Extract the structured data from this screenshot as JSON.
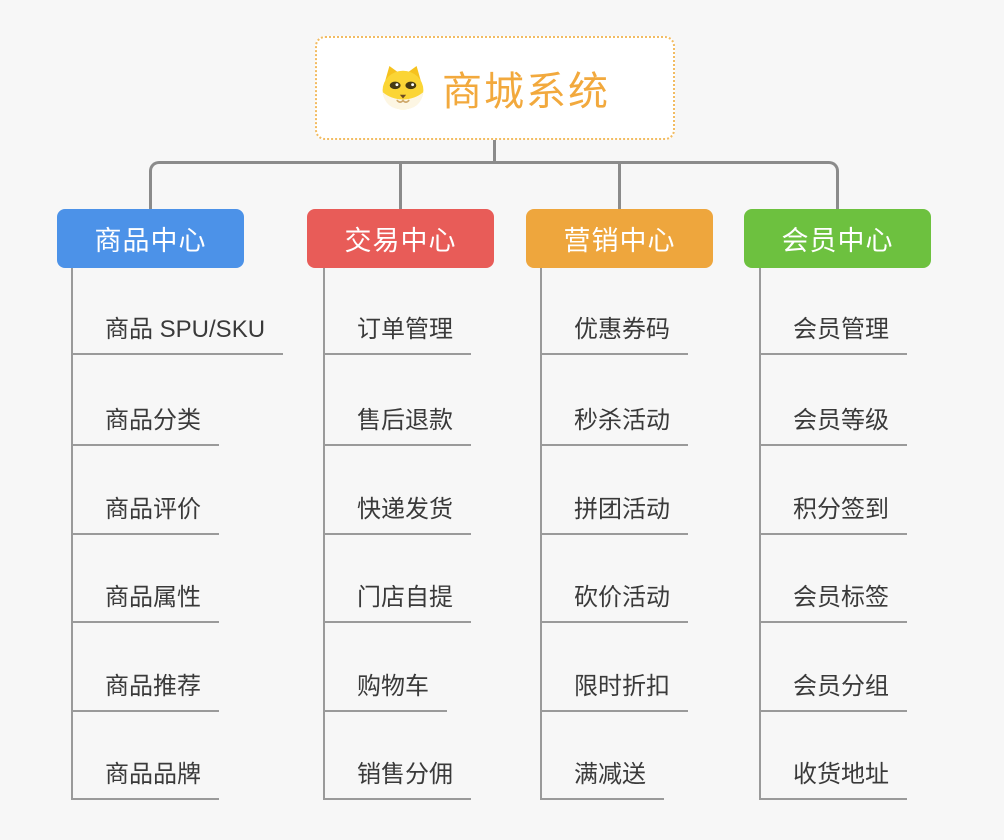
{
  "page": {
    "background_color": "#f7f7f7",
    "connector_color": "#8b8b8b",
    "underline_color": "#9a9a9a",
    "leaf_text_color": "#3a3a3a"
  },
  "root": {
    "title": "商城系统",
    "icon": "dog-face-icon",
    "title_color": "#f2a93d",
    "border_color": "#f2bc62",
    "background": "#ffffff"
  },
  "branches": [
    {
      "label": "商品中心",
      "color": "#4c92e8",
      "children": [
        "商品 SPU/SKU",
        "商品分类",
        "商品评价",
        "商品属性",
        "商品推荐",
        "商品品牌"
      ]
    },
    {
      "label": "交易中心",
      "color": "#e85c58",
      "children": [
        "订单管理",
        "售后退款",
        "快递发货",
        "门店自提",
        "购物车",
        "销售分佣"
      ]
    },
    {
      "label": "营销中心",
      "color": "#eea63d",
      "children": [
        "优惠券码",
        "秒杀活动",
        "拼团活动",
        "砍价活动",
        "限时折扣",
        "满减送"
      ]
    },
    {
      "label": "会员中心",
      "color": "#6dc13f",
      "children": [
        "会员管理",
        "会员等级",
        "积分签到",
        "会员标签",
        "会员分组",
        "收货地址"
      ]
    }
  ]
}
